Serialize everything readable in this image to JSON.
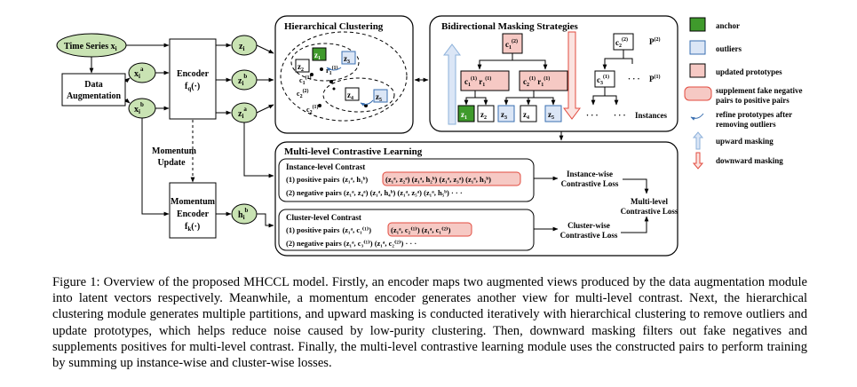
{
  "inputs": {
    "time_series": "Time Series x",
    "time_series_sub": "i",
    "data_augmentation_line1": "Data",
    "data_augmentation_line2": "Augmentation",
    "xa": "x",
    "xa_sub": "i",
    "xa_sup": "a",
    "xb": "x",
    "xb_sub": "i",
    "xb_sup": "b"
  },
  "encoders": {
    "encoder_line1": "Encoder",
    "encoder_fq": "f",
    "encoder_fq_sub": "q",
    "encoder_fq_rest": "(·)",
    "momentum_update_line1": "Momentum",
    "momentum_update_line2": "Update",
    "momentum_encoder_line1": "Momentum",
    "momentum_encoder_line2": "Encoder",
    "momentum_fk": "f",
    "momentum_fk_sub": "k",
    "momentum_fk_rest": "(·)"
  },
  "latents": {
    "zi": "z",
    "zi_sub": "i",
    "zib": "z",
    "zib_sub": "i",
    "zib_sup": "b",
    "zia": "z",
    "zia_sub": "i",
    "zia_sup": "a",
    "hib": "h",
    "hib_sub": "i",
    "hib_sup": "b"
  },
  "hierarchical_clustering": {
    "title": "Hierarchical Clustering",
    "z1": "z",
    "z1_sub": "1",
    "z2": "z",
    "z2_sub": "2",
    "z3": "z",
    "z3_sub": "3",
    "z4": "z",
    "z4_sub": "4",
    "z5": "z",
    "z5_sub": "5",
    "r1": "r",
    "r1_sub": "1",
    "r1_sup": "(1)",
    "c1": "c",
    "c1_sub": "1",
    "c1_sup": "(1)",
    "c2_top": "c",
    "c2_top_sub": "2",
    "c2_top_sup": "(2)",
    "c2_bot": "c",
    "c2_bot_sub": "2",
    "c2_bot_sup": "(1)"
  },
  "masking": {
    "title": "Bidirectional Masking Strategies",
    "c1_2": "c",
    "c1_2_sub": "1",
    "c1_2_sup": "(2)",
    "c2_2": "c",
    "c2_2_sub": "2",
    "c2_2_sup": "(2)",
    "p2": "P",
    "p2_sup": "(2)",
    "c1r1": "c",
    "c1r1_sub": "1",
    "c1r1_sup": "(1)",
    "c1r1_r": "r",
    "c1r1_r_sub": "1",
    "c1r1_r_sup": "(1)",
    "c2r1": "c",
    "c2r1_sub": "2",
    "c2r1_sup": "(1)",
    "c2r1_r": "r",
    "c2r1_r_sub": "1",
    "c2r1_r_sup": "(1)",
    "c3_1": "c",
    "c3_1_sub": "3",
    "c3_1_sup": "(1)",
    "p1": "P",
    "p1_sup": "(1)",
    "dots": "· · ·",
    "instances": "Instances",
    "leaves": [
      {
        "label": "z",
        "sub": "1"
      },
      {
        "label": "z",
        "sub": "2"
      },
      {
        "label": "z",
        "sub": "3"
      },
      {
        "label": "z",
        "sub": "4"
      },
      {
        "label": "z",
        "sub": "5"
      }
    ]
  },
  "legend": {
    "anchor": "anchor",
    "outliers": "outliers",
    "updated_prototypes": "updated prototypes",
    "supplement_line1": "supplement fake negative",
    "supplement_line2": "pairs to positive pairs",
    "refine_line1": "refine prototypes after",
    "refine_line2": "removing outliers",
    "upward": "upward masking",
    "downward": "downward masking",
    "colors": {
      "anchor": "#3f9a2c",
      "outlier": "#dbe6f6",
      "prototype": "#f6c9c4",
      "upward": "#8db1da",
      "downward": "#e24b3f"
    }
  },
  "contrastive": {
    "title": "Multi-level Contrastive Learning",
    "instance_title": "Instance-level Contrast",
    "instance_pos_prefix": "(1) positive pairs",
    "instance_pos_first": "(z₁ᵃ, h₁ᵇ)",
    "instance_pos_boxed": "(z₁ᵃ, z₂ᵃ) (z₁ᵃ, h₂ᵇ) (z₁ᵃ, z₃ᵃ) (z₁ᵃ, h₃ᵇ)",
    "instance_neg": "(2) negative pairs (z₁ᵃ, z₄ᵃ) (z₁ᵃ, h₄ᵇ) (z₁ᵃ, z₅ᵃ) (z₁ᵃ, h₅ᵇ)  · · ·",
    "cluster_title": "Cluster-level Contrast",
    "cluster_pos_prefix": "(1) positive pairs",
    "cluster_pos_first": "(z₁ᵃ, c₁⁽¹⁾)",
    "cluster_pos_boxed": "(z₁ᵃ, c₂⁽¹⁾)  (z₁ᵃ, c₁⁽²⁾)",
    "cluster_neg": "(2) negative pairs (z₁ᵃ, c₃⁽¹⁾)  (z₁ᵃ, c₂⁽²⁾)   · · ·",
    "instance_loss_line1": "Instance-wise",
    "instance_loss_line2": "Contrastive Loss",
    "cluster_loss_line1": "Cluster-wise",
    "cluster_loss_line2": "Contrastive Loss",
    "total_loss_line1": "Multi-level",
    "total_loss_line2": "Contrastive  Loss"
  },
  "caption": "Figure 1: Overview of the proposed MHCCL model. Firstly, an encoder maps two augmented views produced by the data augmentation module into latent vectors respectively. Meanwhile, a momentum encoder generates another view for multi-level contrast. Next, the hierarchical clustering module generates multiple partitions, and upward masking is conducted iteratively with hierarchical clustering to remove outliers and update prototypes, which helps reduce noise caused by low-purity clustering. Then, downward masking filters out fake negatives and supplements positives for multi-level contrast. Finally, the multi-level contrastive learning module uses the constructed pairs to perform training by summing up instance-wise and cluster-wise losses."
}
